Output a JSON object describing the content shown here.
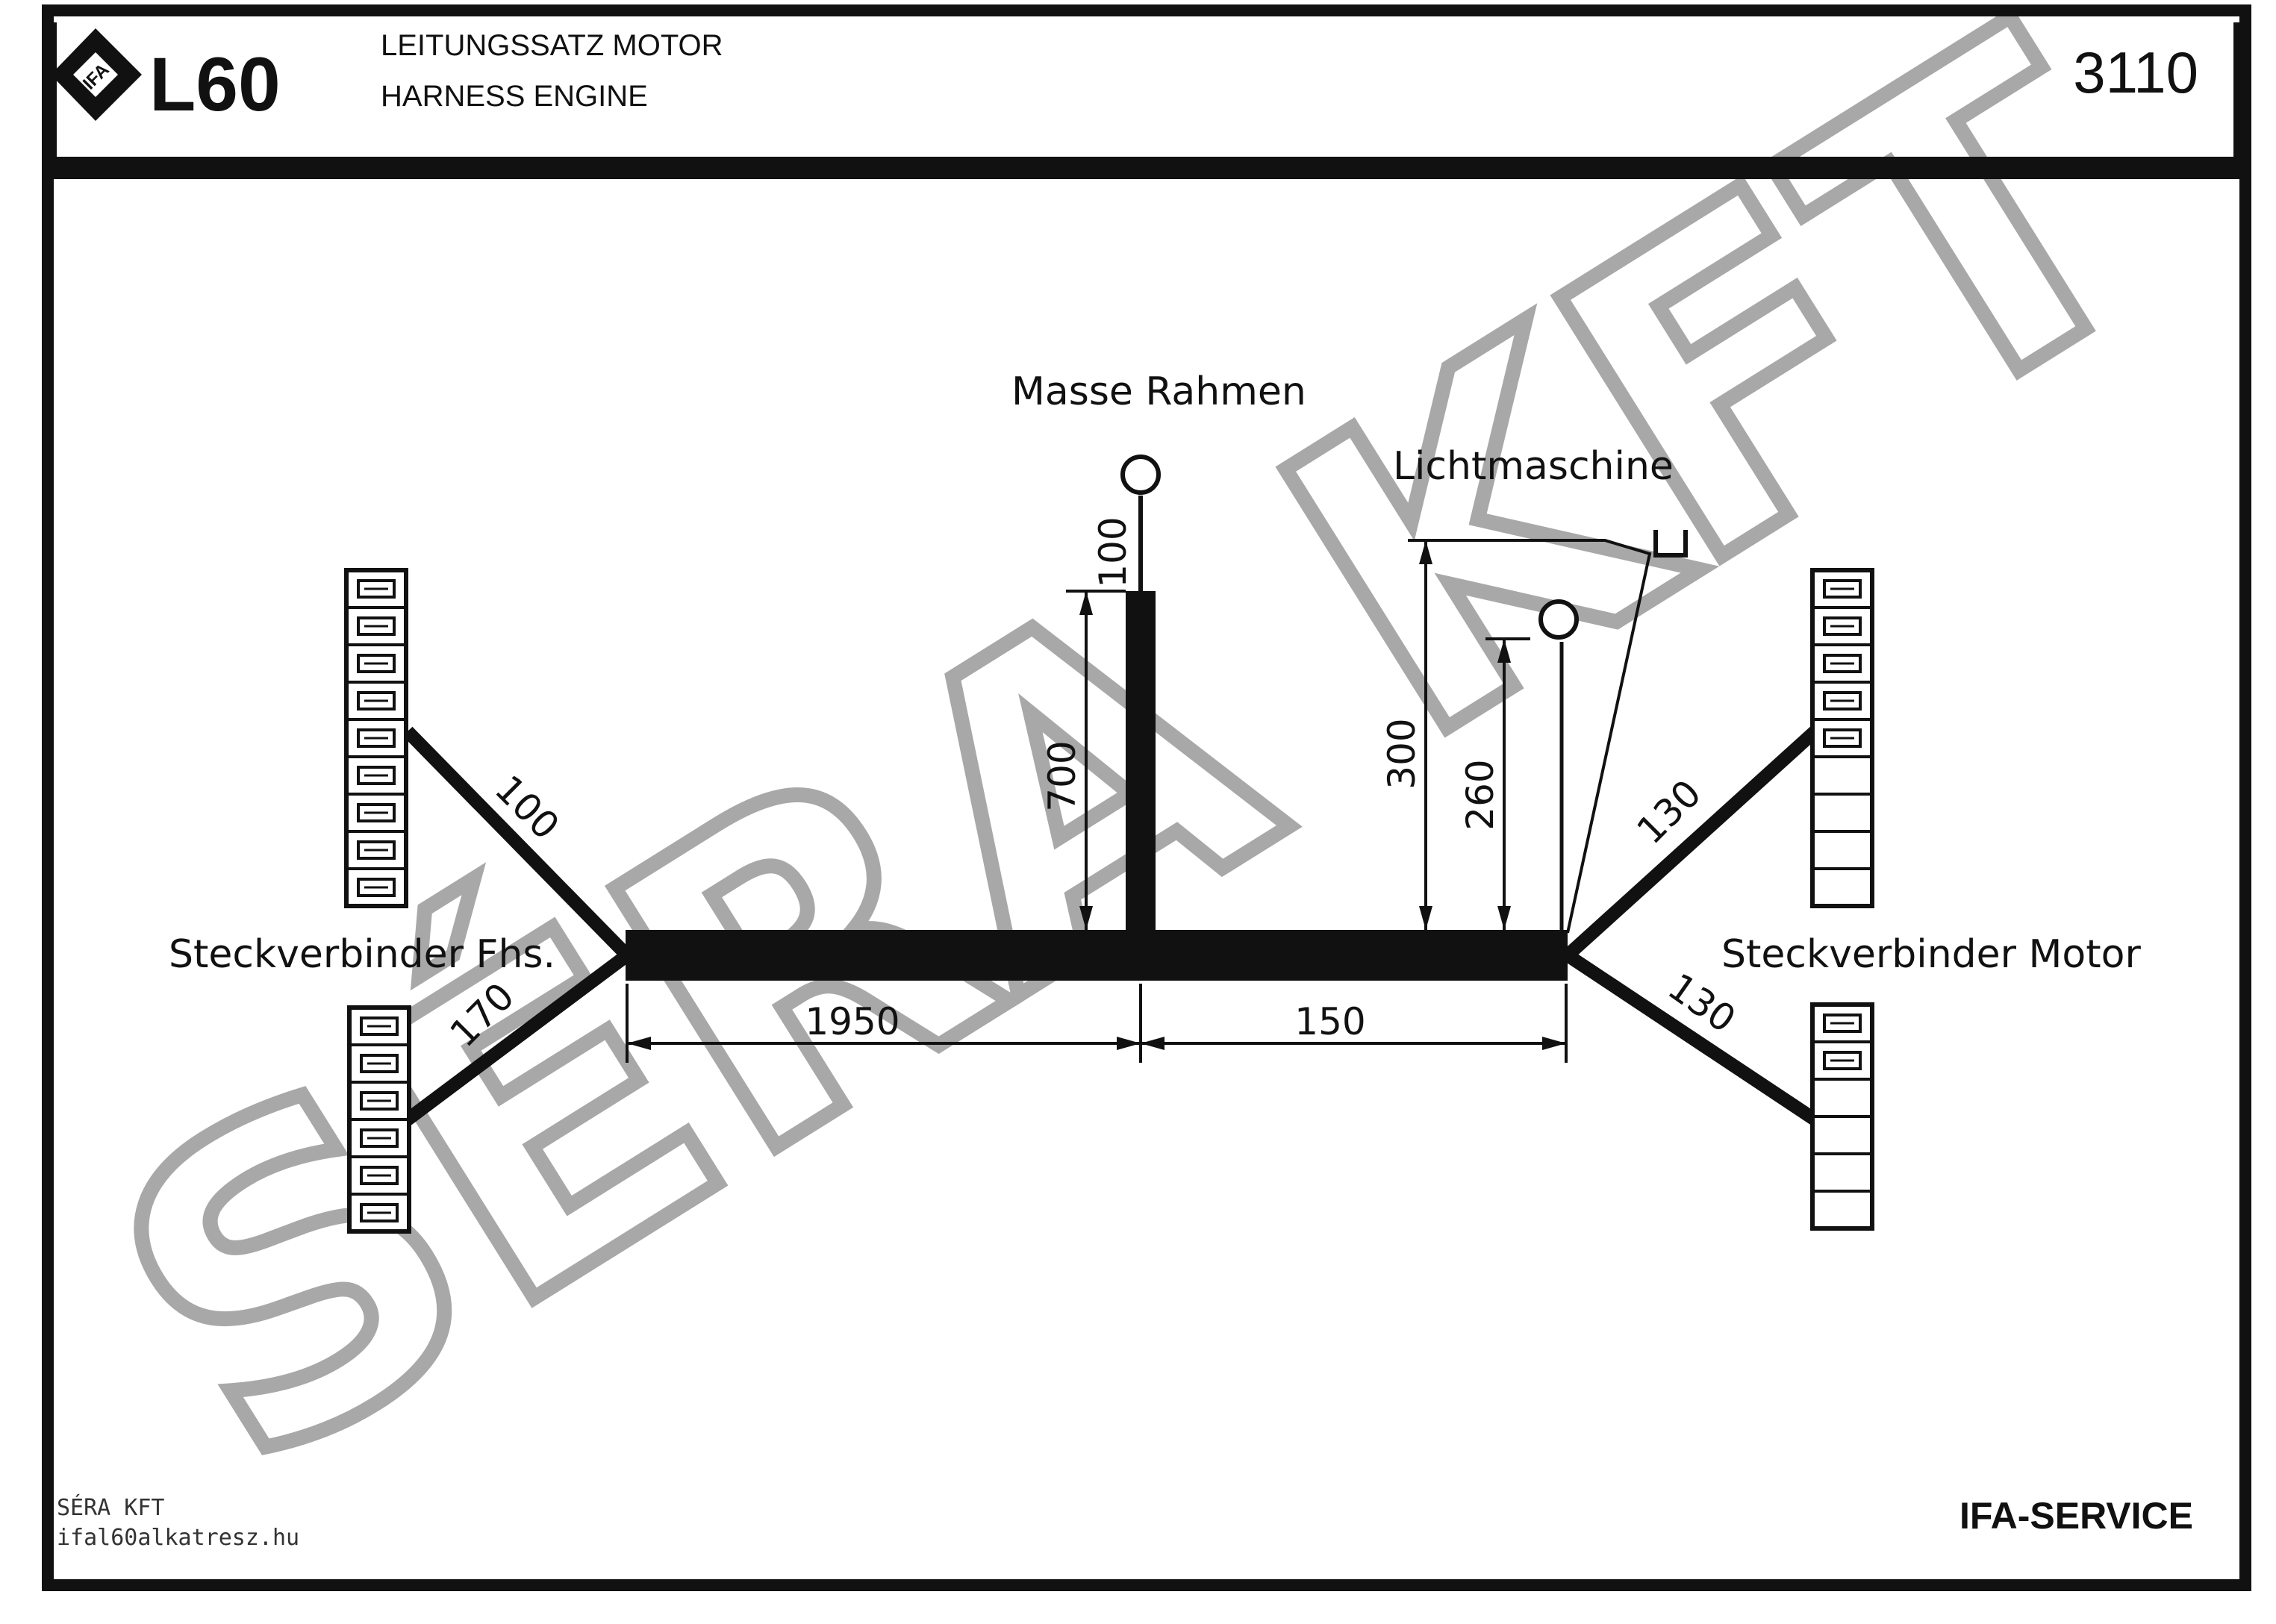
{
  "header": {
    "logo_text": "L60",
    "logo_badge": "IFA",
    "title_de": "LEITUNGSSATZ MOTOR",
    "title_en": "HARNESS ENGINE",
    "sheet_number": "3110"
  },
  "labels": {
    "masse_rahmen": "Masse Rahmen",
    "lichtmaschine": "Lichtmaschine",
    "connector_left": "Steckverbinder Fhs.",
    "connector_right": "Steckverbinder Motor"
  },
  "dimensions": {
    "main_left": "1950",
    "main_right": "150",
    "masse_branch": "700",
    "masse_tail": "100",
    "licht_branch": "300",
    "second_branch": "260",
    "left_upper": "100",
    "left_lower": "170",
    "right_upper": "130",
    "right_lower": "130"
  },
  "footer": {
    "company": "SÉRA KFT",
    "website": "ifal60alkatresz.hu",
    "brand": "IFA-SERVICE"
  },
  "watermark": "SÉRA KFT"
}
